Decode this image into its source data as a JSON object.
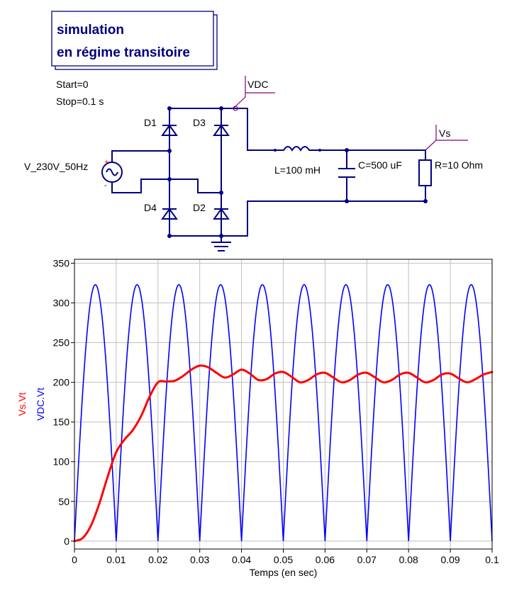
{
  "title": {
    "line1": "simulation",
    "line2": "en régime transitoire"
  },
  "sim_params": {
    "start": "Start=0",
    "stop": "Stop=0.1 s"
  },
  "components": {
    "source": "V_230V_50Hz",
    "d1": "D1",
    "d2": "D2",
    "d3": "D3",
    "d4": "D4",
    "inductor": "L=100 mH",
    "capacitor": "C=500 uF",
    "resistor": "R=10 Ohm",
    "probe_vdc": "VDC",
    "probe_vs": "Vs",
    "plus_sign": "+",
    "minus_sign": "-"
  },
  "colors": {
    "schematic": "#000080",
    "vdc_series": "#0000ff",
    "vs_series": "#ff0000",
    "probe": "#800080",
    "grid": "#c0c0c0"
  },
  "chart_data": {
    "type": "line",
    "xlabel": "Temps (en sec)",
    "ylabels": [
      "Vs.Vt",
      "VDC.Vt"
    ],
    "xlim": [
      0,
      0.1
    ],
    "ylim": [
      -10,
      355
    ],
    "xticks": [
      0,
      0.01,
      0.02,
      0.03,
      0.04,
      0.05,
      0.06,
      0.07,
      0.08,
      0.09,
      0.1
    ],
    "xtick_labels": [
      "0",
      "0.01",
      "0.02",
      "0.03",
      "0.04",
      "0.05",
      "0.06",
      "0.07",
      "0.08",
      "0.09",
      "0.1"
    ],
    "yticks": [
      0,
      50,
      100,
      150,
      200,
      250,
      300,
      350
    ],
    "ytick_labels": [
      "0",
      "50",
      "100",
      "150",
      "200",
      "250",
      "300",
      "350"
    ],
    "grid": true,
    "series": [
      {
        "name": "VDC.Vt",
        "color": "#0000ff",
        "x": [
          0,
          0.0025,
          0.005,
          0.0075,
          0.01,
          0.0125,
          0.015,
          0.0175,
          0.02,
          0.0225,
          0.025,
          0.0275,
          0.03,
          0.0325,
          0.035,
          0.0375,
          0.04,
          0.0425,
          0.045,
          0.0475,
          0.05,
          0.0525,
          0.055,
          0.0575,
          0.06,
          0.0625,
          0.065,
          0.0675,
          0.07,
          0.0725,
          0.075,
          0.0775,
          0.08,
          0.0825,
          0.085,
          0.0875,
          0.09,
          0.0925,
          0.095,
          0.0975,
          0.1
        ],
        "y": [
          0,
          229,
          323,
          229,
          0,
          229,
          323,
          229,
          0,
          229,
          323,
          229,
          0,
          229,
          323,
          229,
          0,
          229,
          323,
          229,
          0,
          229,
          323,
          229,
          0,
          229,
          323,
          229,
          0,
          229,
          323,
          229,
          0,
          229,
          323,
          229,
          0,
          229,
          323,
          229,
          0
        ]
      },
      {
        "name": "Vs.Vt",
        "color": "#ff0000",
        "x": [
          0,
          0.002,
          0.004,
          0.006,
          0.008,
          0.01,
          0.012,
          0.014,
          0.016,
          0.018,
          0.02,
          0.022,
          0.024,
          0.026,
          0.028,
          0.03,
          0.032,
          0.034,
          0.036,
          0.038,
          0.04,
          0.042,
          0.044,
          0.046,
          0.048,
          0.05,
          0.052,
          0.054,
          0.056,
          0.058,
          0.06,
          0.062,
          0.064,
          0.066,
          0.068,
          0.07,
          0.072,
          0.074,
          0.076,
          0.078,
          0.08,
          0.082,
          0.084,
          0.086,
          0.088,
          0.09,
          0.092,
          0.094,
          0.096,
          0.098,
          0.1
        ],
        "y": [
          0,
          4,
          20,
          48,
          82,
          112,
          128,
          140,
          158,
          182,
          200,
          201,
          202,
          208,
          216,
          221,
          219,
          212,
          206,
          210,
          216,
          211,
          203,
          204,
          211,
          213,
          207,
          200,
          203,
          210,
          212,
          206,
          200,
          203,
          210,
          212,
          206,
          200,
          203,
          210,
          212,
          206,
          200,
          203,
          210,
          211,
          205,
          200,
          204,
          210,
          213
        ]
      }
    ]
  }
}
